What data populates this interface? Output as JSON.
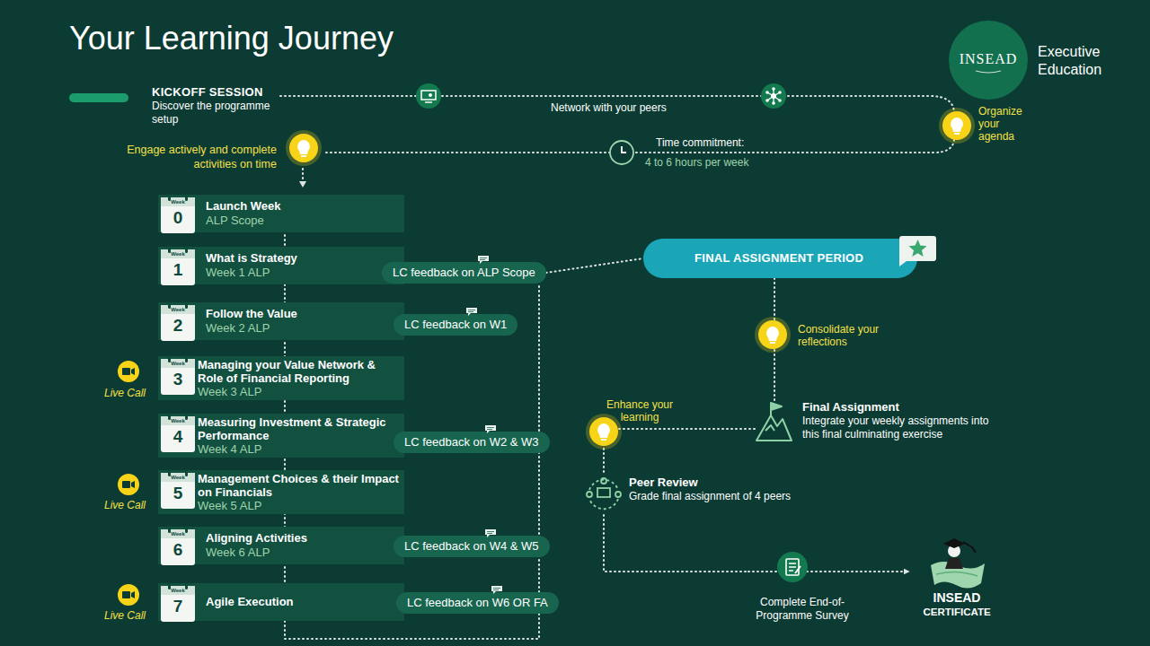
{
  "diagram": {
    "title": "Your Learning Journey",
    "nodes": [
      {
        "text": [
          "KICKOFF SESSION",
          "Discover the programme setup"
        ]
      },
      {
        "text": [
          "INSEAD",
          "Executive Education"
        ]
      },
      {
        "text": [
          "0",
          "Launch Week",
          "ALP Scope"
        ]
      },
      {
        "text": [
          "1",
          "What is Strategy",
          "Week 1 ALP"
        ]
      },
      {
        "text": [
          "2",
          "Follow the Value",
          "Week 2 ALP"
        ]
      },
      {
        "text": [
          "3",
          "Managing your Value Network & Role of Financial Reporting",
          "Week 3 ALP"
        ]
      },
      {
        "text": [
          "4",
          "Measuring Investment & Strategic Performance",
          "Week 4 ALP"
        ]
      },
      {
        "text": [
          "5",
          "Management Choices & their Impact on Financials",
          "Week 5 ALP"
        ]
      },
      {
        "text": [
          "6",
          "Aligning Activities",
          "Week 6 ALP"
        ]
      },
      {
        "text": [
          "7",
          "Agile Execution"
        ]
      },
      {
        "text": [
          "LC feedback on ALP Scope"
        ]
      },
      {
        "text": [
          "LC feedback on W1"
        ]
      },
      {
        "text": [
          "LC feedback on W2 & W3"
        ]
      },
      {
        "text": [
          "LC feedback on W4 & W5"
        ]
      },
      {
        "text": [
          "LC feedback on W6 OR FA"
        ]
      },
      {
        "text": [
          "FINAL ASSIGNMENT PERIOD"
        ]
      },
      {
        "text": [
          "Final Assignment",
          "Integrate your weekly assignments into this final culminating exercise"
        ]
      },
      {
        "text": [
          "Peer Review",
          "Grade final assignment of 4 peers"
        ]
      },
      {
        "text": [
          "Complete End-of-Programme Survey"
        ]
      },
      {
        "text": [
          "INSEAD",
          "CERTIFICATE"
        ]
      }
    ],
    "edges": [
      {
        "from": 10,
        "to": 15,
        "arrow": "none"
      },
      {
        "from": 15,
        "to": 16,
        "arrow": "none"
      },
      {
        "from": 16,
        "to": 17,
        "arrow": "none"
      },
      {
        "from": 17,
        "to": 18,
        "arrow": "none"
      },
      {
        "from": 18,
        "to": 19,
        "arrow": "to"
      }
    ],
    "labels": [
      "Network with your peers",
      "Organize your agenda",
      "Engage actively and complete activities on time",
      "Time commitment:",
      "4 to 6 hours per week",
      "Live Call",
      "Live Call",
      "Live Call",
      "Week",
      "Week",
      "Week",
      "Week",
      "Week",
      "Week",
      "Week",
      "Week",
      "Consolidate your reflections",
      "Enhance your learning"
    ]
  }
}
